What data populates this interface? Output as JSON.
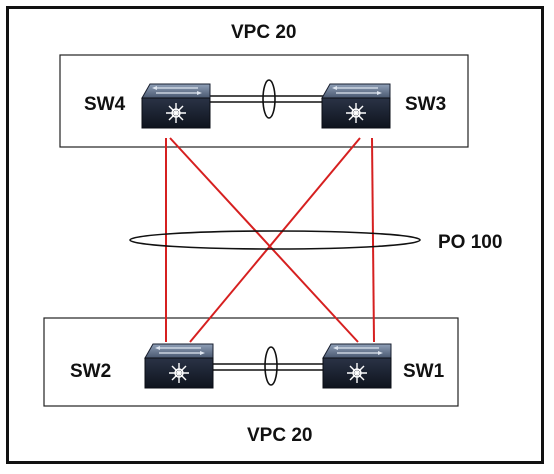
{
  "diagram": {
    "top_group_label": "VPC 20",
    "bottom_group_label": "VPC 20",
    "port_channel_label": "PO 100",
    "switches": {
      "sw4": "SW4",
      "sw3": "SW3",
      "sw2": "SW2",
      "sw1": "SW1"
    },
    "link_color": "#d62020",
    "switch_color": "#1c2433"
  }
}
